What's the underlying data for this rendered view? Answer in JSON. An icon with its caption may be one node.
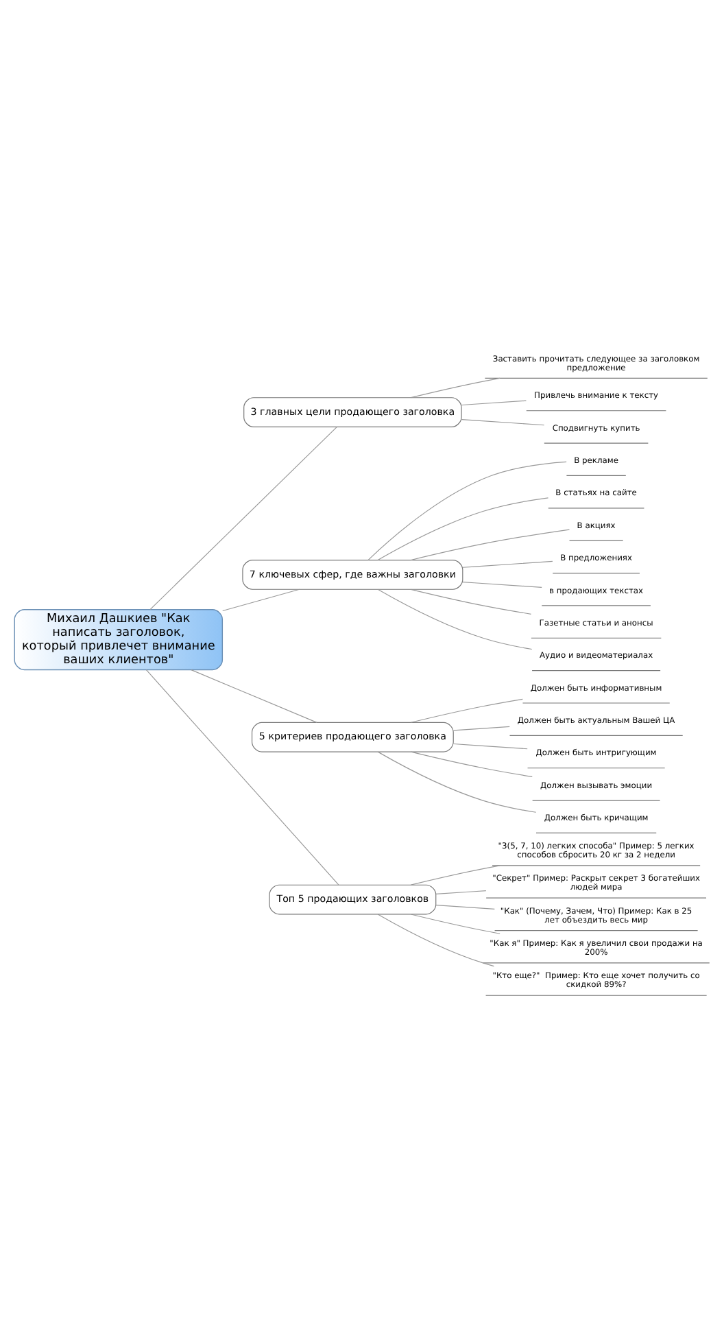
{
  "diagram": {
    "nodes": [
      {
        "text": [
          "Михаил Дашкиев \"Как написать заголовок, который привлечет внимание ваших клиентов\""
        ]
      },
      {
        "text": [
          "3 главных цели продающего заголовка"
        ]
      },
      {
        "text": [
          "Заставить прочитать следующее за заголовком предложение"
        ]
      },
      {
        "text": [
          "Привлечь внимание к тексту"
        ]
      },
      {
        "text": [
          "Сподвигнуть купить"
        ]
      },
      {
        "text": [
          "7 ключевых сфер, где важны заголовки"
        ]
      },
      {
        "text": [
          "В рекламе"
        ]
      },
      {
        "text": [
          "В статьях на сайте"
        ]
      },
      {
        "text": [
          "В акциях"
        ]
      },
      {
        "text": [
          "В предложениях"
        ]
      },
      {
        "text": [
          "в продающих текстах"
        ]
      },
      {
        "text": [
          "Газетные статьи и анонсы"
        ]
      },
      {
        "text": [
          "Аудио и видеоматериалах"
        ]
      },
      {
        "text": [
          "5 критериев продающего заголовка"
        ]
      },
      {
        "text": [
          "Должен быть информативным"
        ]
      },
      {
        "text": [
          "Должен быть актуальным Вашей ЦА"
        ]
      },
      {
        "text": [
          "Должен быть интригующим"
        ]
      },
      {
        "text": [
          "Должен вызывать эмоции"
        ]
      },
      {
        "text": [
          "Должен быть кричащим"
        ]
      },
      {
        "text": [
          "Топ 5 продающих заголовков"
        ]
      },
      {
        "text": [
          "\"3(5, 7, 10) легких способа\" Пример: 5 легких способов сбросить 20 кг за 2 недели"
        ]
      },
      {
        "text": [
          "\"Секрет\" Пример: Раскрыт секрет 3 богатейших людей мира"
        ]
      },
      {
        "text": [
          "\"Как\" (Почему, Зачем, Что) Пример: Как в 25 лет объездить весь мир"
        ]
      },
      {
        "text": [
          "\"Как я\" Пример: Как я увеличил свои продажи на 200%"
        ]
      },
      {
        "text": [
          "\"Кто еще?\"  Пример: Кто еще хочет получить со скидкой 89%?"
        ]
      }
    ],
    "edges": [
      {
        "from": 0,
        "to": 1,
        "arrow": "none"
      },
      {
        "from": 1,
        "to": 2,
        "arrow": "none"
      },
      {
        "from": 1,
        "to": 3,
        "arrow": "none"
      },
      {
        "from": 1,
        "to": 4,
        "arrow": "none"
      },
      {
        "from": 0,
        "to": 5,
        "arrow": "none"
      },
      {
        "from": 5,
        "to": 6,
        "arrow": "none"
      },
      {
        "from": 5,
        "to": 7,
        "arrow": "none"
      },
      {
        "from": 5,
        "to": 8,
        "arrow": "none"
      },
      {
        "from": 5,
        "to": 9,
        "arrow": "none"
      },
      {
        "from": 5,
        "to": 10,
        "arrow": "none"
      },
      {
        "from": 5,
        "to": 11,
        "arrow": "none"
      },
      {
        "from": 5,
        "to": 12,
        "arrow": "none"
      },
      {
        "from": 0,
        "to": 13,
        "arrow": "none"
      },
      {
        "from": 13,
        "to": 14,
        "arrow": "none"
      },
      {
        "from": 13,
        "to": 15,
        "arrow": "none"
      },
      {
        "from": 13,
        "to": 16,
        "arrow": "none"
      },
      {
        "from": 13,
        "to": 17,
        "arrow": "none"
      },
      {
        "from": 13,
        "to": 18,
        "arrow": "none"
      },
      {
        "from": 0,
        "to": 19,
        "arrow": "none"
      },
      {
        "from": 19,
        "to": 20,
        "arrow": "none"
      },
      {
        "from": 19,
        "to": 21,
        "arrow": "none"
      },
      {
        "from": 19,
        "to": 22,
        "arrow": "none"
      },
      {
        "from": 19,
        "to": 23,
        "arrow": "none"
      },
      {
        "from": 19,
        "to": 24,
        "arrow": "none"
      }
    ]
  }
}
